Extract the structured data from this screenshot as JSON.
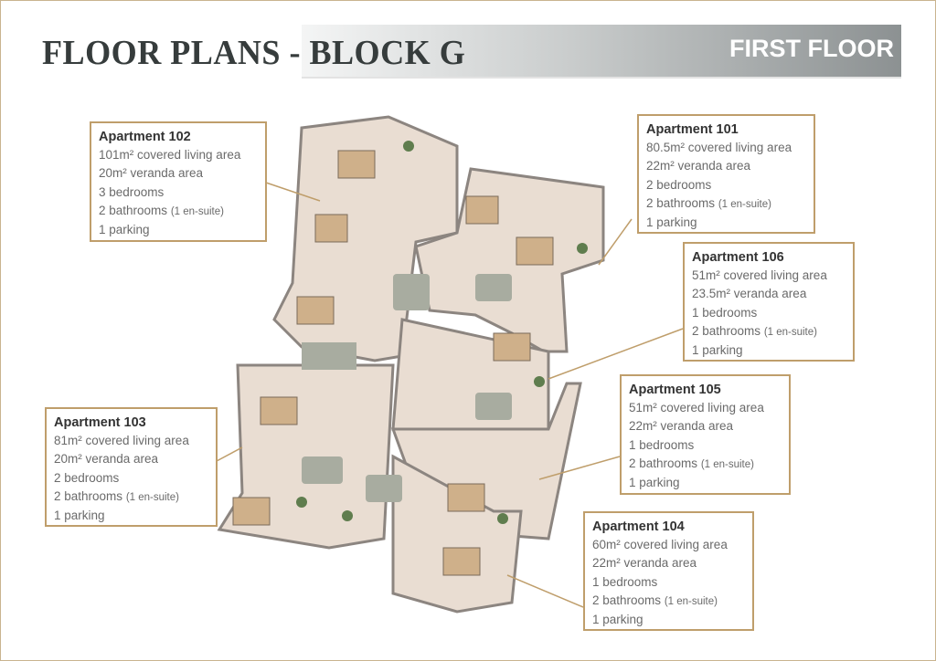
{
  "header": {
    "title": "FLOOR PLANS - BLOCK G",
    "floor": "FIRST FLOOR"
  },
  "apartments": [
    {
      "name": "Apartment 102",
      "living": "101m² covered living area",
      "veranda": "20m² veranda area",
      "bedrooms": "3 bedrooms",
      "bathrooms": "2 bathrooms",
      "ensuite": "(1 en-suite)",
      "parking": "1 parking"
    },
    {
      "name": "Apartment 101",
      "living": "80.5m² covered living area",
      "veranda": "22m² veranda area",
      "bedrooms": "2 bedrooms",
      "bathrooms": "2 bathrooms",
      "ensuite": "(1 en-suite)",
      "parking": "1 parking"
    },
    {
      "name": "Apartment 106",
      "living": "51m² covered living area",
      "veranda": "23.5m² veranda area",
      "bedrooms": "1 bedrooms",
      "bathrooms": "2 bathrooms",
      "ensuite": "(1 en-suite)",
      "parking": "1 parking"
    },
    {
      "name": "Apartment 105",
      "living": "51m² covered living area",
      "veranda": "22m² veranda area",
      "bedrooms": "1 bedrooms",
      "bathrooms": "2 bathrooms",
      "ensuite": "(1 en-suite)",
      "parking": "1 parking"
    },
    {
      "name": "Apartment 103",
      "living": "81m² covered living area",
      "veranda": "20m² veranda area",
      "bedrooms": "2 bedrooms",
      "bathrooms": "2 bathrooms",
      "ensuite": "(1 en-suite)",
      "parking": "1 parking"
    },
    {
      "name": "Apartment 104",
      "living": "60m² covered living area",
      "veranda": "22m² veranda area",
      "bedrooms": "1 bedrooms",
      "bathrooms": "2 bathrooms",
      "ensuite": "(1 en-suite)",
      "parking": "1 parking"
    }
  ],
  "colors": {
    "accent": "#bf9e6b",
    "title": "#363c3c"
  }
}
